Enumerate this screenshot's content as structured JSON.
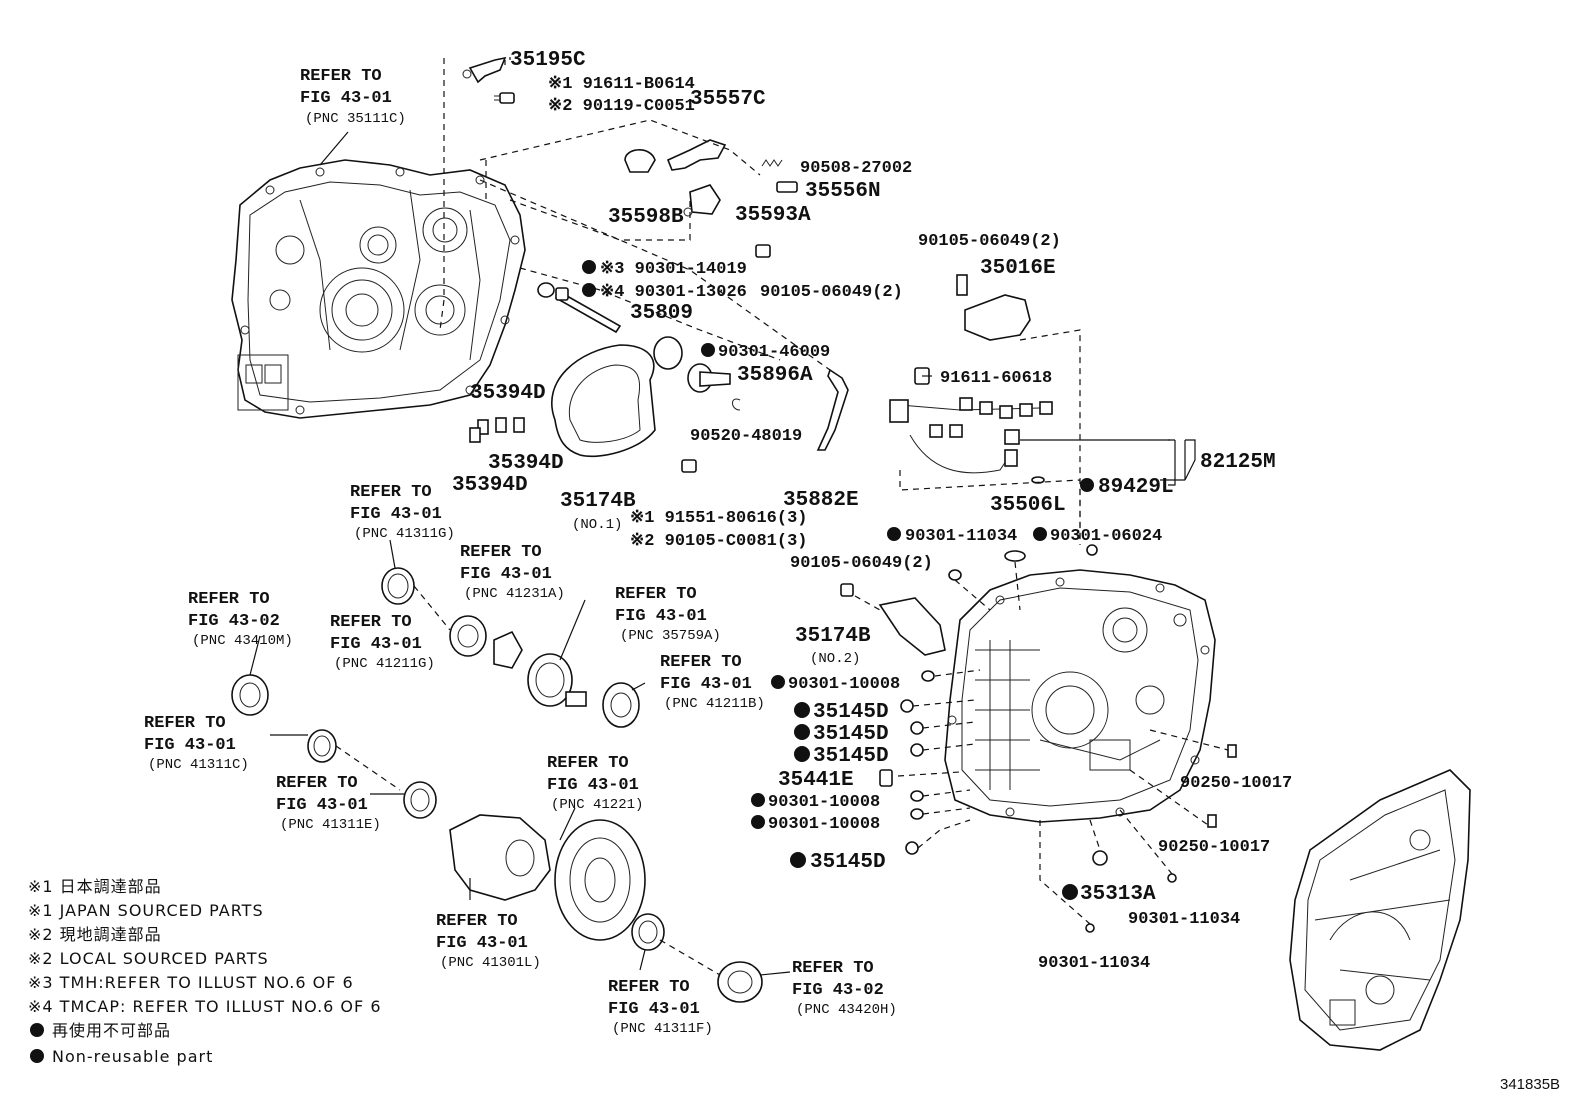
{
  "part_numbers": {
    "p35195C": "35195C",
    "p91611_B0614": "※1 91611-B0614",
    "p90119_C0051": "※2 90119-C0051",
    "p35557C": "35557C",
    "p90508_27002": "90508-27002",
    "p35556N": "35556N",
    "p35598B": "35598B",
    "p35593A": "35593A",
    "p90301_14019": "※3 90301-14019",
    "p90301_13026": "※4 90301-13026",
    "p90105_06049_a": "90105-06049(2)",
    "p90105_06049_b": "90105-06049(2)",
    "p90105_06049_c": "90105-06049(2)",
    "p35016E": "35016E",
    "p35809": "35809",
    "p90301_46009": "90301-46009",
    "p35896A": "35896A",
    "p90520_48019": "90520-48019",
    "p35882E": "35882E",
    "p91611_60618": "91611-60618",
    "p82125M": "82125M",
    "p89429L": "89429L",
    "p35394D_a": "35394D",
    "p35394D_b": "35394D",
    "p35394D_c": "35394D",
    "p35174B_1": "35174B",
    "p35174B_1_sub": "(NO.1)",
    "p91551_80616": "※1 91551-80616(3)",
    "p90105_C0081": "※2 90105-C0081(3)",
    "p35506L": "35506L",
    "p90301_11034_a": "90301-11034",
    "p90301_06024": "90301-06024",
    "p35174B_2": "35174B",
    "p35174B_2_sub": "(NO.2)",
    "p90301_10008_a": "90301-10008",
    "p35145D_a": "35145D",
    "p35145D_b": "35145D",
    "p35145D_c": "35145D",
    "p35441E": "35441E",
    "p90301_10008_b": "90301-10008",
    "p90301_10008_c": "90301-10008",
    "p35145D_d": "35145D",
    "p90250_10017_a": "90250-10017",
    "p90250_10017_b": "90250-10017",
    "p35313A": "35313A",
    "p90301_11034_b": "90301-11034",
    "p90301_11034_c": "90301-11034"
  },
  "refer_to": {
    "top_left": {
      "line1": "REFER TO",
      "line2": "FIG 43-01",
      "pnc": "(PNC 35111C)"
    },
    "r41311G": {
      "line1": "REFER TO",
      "line2": "FIG 43-01",
      "pnc": "(PNC 41311G)"
    },
    "r41231A": {
      "line1": "REFER TO",
      "line2": "FIG 43-01",
      "pnc": "(PNC 41231A)"
    },
    "r35759A": {
      "line1": "REFER TO",
      "line2": "FIG 43-01",
      "pnc": "(PNC 35759A)"
    },
    "r43410M": {
      "line1": "REFER TO",
      "line2": "FIG 43-02",
      "pnc": "(PNC 43410M)"
    },
    "r41211G": {
      "line1": "REFER TO",
      "line2": "FIG 43-01",
      "pnc": "(PNC 41211G)"
    },
    "r41211B": {
      "line1": "REFER TO",
      "line2": "FIG 43-01",
      "pnc": "(PNC 41211B)"
    },
    "r41311C": {
      "line1": "REFER TO",
      "line2": "FIG 43-01",
      "pnc": "(PNC 41311C)"
    },
    "r41311E": {
      "line1": "REFER TO",
      "line2": "FIG 43-01",
      "pnc": "(PNC 41311E)"
    },
    "r41221": {
      "line1": "REFER TO",
      "line2": "FIG 43-01",
      "pnc": "(PNC 41221)"
    },
    "r41301L": {
      "line1": "REFER TO",
      "line2": "FIG 43-01",
      "pnc": "(PNC 41301L)"
    },
    "r41311F": {
      "line1": "REFER TO",
      "line2": "FIG 43-01",
      "pnc": "(PNC 41311F)"
    },
    "r43420H": {
      "line1": "REFER TO",
      "line2": "FIG 43-02",
      "pnc": "(PNC 43420H)"
    }
  },
  "legend": {
    "n1_jp": "※1 日本調達部品",
    "n1_en": "※1 JAPAN SOURCED PARTS",
    "n2_jp": "※2 現地調達部品",
    "n2_en": "※2 LOCAL SOURCED PARTS",
    "n3": "※3 TMH:REFER TO ILLUST NO.6 OF 6",
    "n4": "※4 TMCAP: REFER TO ILLUST NO.6 OF 6",
    "nonreuse_jp": "再使用不可部品",
    "nonreuse_en": "Non-reusable part"
  },
  "illustration_code": "341835B"
}
